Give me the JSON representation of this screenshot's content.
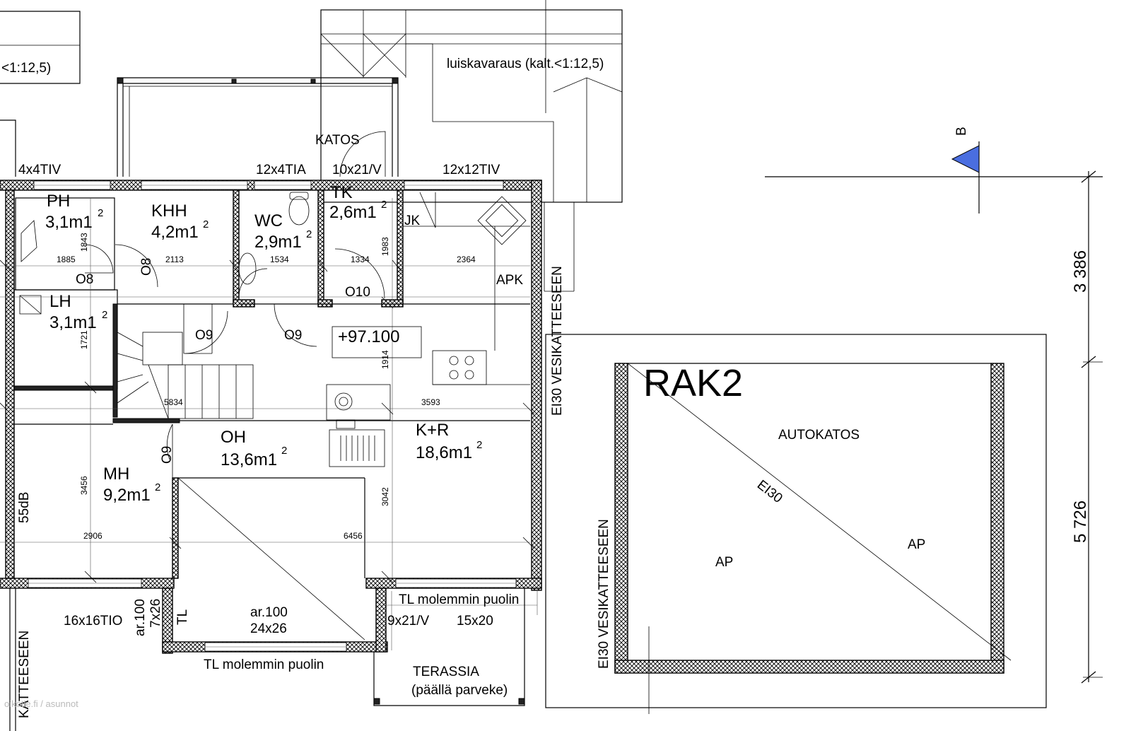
{
  "rooms": {
    "ph": {
      "name": "PH",
      "area": "3,1m1",
      "sup": "2"
    },
    "khh": {
      "name": "KHH",
      "area": "4,2m1",
      "sup": "2"
    },
    "wc": {
      "name": "WC",
      "area": "2,9m1",
      "sup": "2"
    },
    "tk": {
      "name": "TK",
      "area": "2,6m1",
      "sup": "2"
    },
    "lh": {
      "name": "LH",
      "area": "3,1m1",
      "sup": "2"
    },
    "oh": {
      "name": "OH",
      "area": "13,6m1",
      "sup": "2"
    },
    "mh": {
      "name": "MH",
      "area": "9,2m1",
      "sup": "2"
    },
    "kr": {
      "name": "K+R",
      "area": "18,6m1",
      "sup": "2"
    }
  },
  "labels": {
    "ramp_left": "<1:12,5)",
    "ramp_right": "luiskavaraus (kalt.<1:12,5)",
    "katos": "KATOS",
    "w_4x4tiv": "4x4TIV",
    "w_12x4tia": "12x4TIA",
    "d_10x21v": "10x21/V",
    "w_12x12tiv": "12x12TIV",
    "jk": "JK",
    "apk": "APK",
    "o8a": "O8",
    "o8b": "O8",
    "o9a": "O9",
    "o9b": "O9",
    "o9c": "O9",
    "o10": "O10",
    "level": "+97.100",
    "rak2": "RAK2",
    "autokatos": "AUTOKATOS",
    "ei30": "EI30",
    "ap1": "AP",
    "ap2": "AP",
    "ei30_vesi_right": "EI30 VESIKATTEESEEN",
    "ei30_vesi_carport": "EI30 VESIKATTEESEEN",
    "vesi_left": "KATTEESEEN",
    "db55": "55dB",
    "w_16x16tio": "16x16TIO",
    "ar100_v": "ar.100",
    "w_7x26": "7x26",
    "tl_v": "TL",
    "ar100": "ar.100",
    "w_24x26": "24x26",
    "tl_bottom": "TL molemmin puolin",
    "tl_right": "TL molemmin puolin",
    "d_9x21v": "9x21/V",
    "w_15x20": "15x20",
    "terassia": "TERASSIA",
    "parveke": "(päällä parveke)",
    "section_b": "B",
    "watermark": "oikotie.fi / asunnot"
  },
  "dims": {
    "d1885": "1885",
    "d1843": "1843",
    "d2113": "2113",
    "d1534": "1534",
    "d1334": "1334",
    "d1983": "1983",
    "d2364": "2364",
    "d1721": "1721",
    "d1914": "1914",
    "d5834": "5834",
    "d3593": "3593",
    "d3456": "3456",
    "d3042": "3042",
    "d2906": "2906",
    "d6456": "6456",
    "d3386": "3 386",
    "d5726": "5 726"
  },
  "colors": {
    "section_marker": "#4a6ee0",
    "line": "#000000"
  }
}
